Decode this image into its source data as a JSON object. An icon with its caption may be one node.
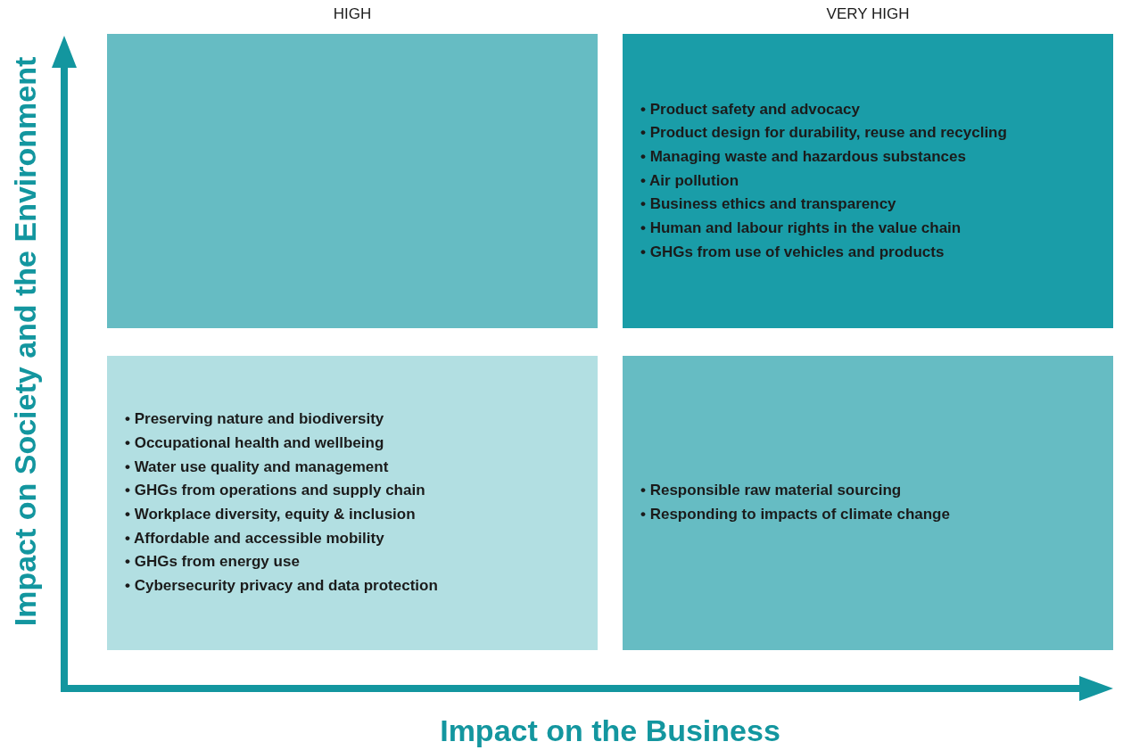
{
  "diagram": {
    "nodes": [
      {
        "text": [],
        "shape": "box"
      },
      {
        "text": [
          "• Product safety and advocacy",
          "• Product design for durability, reuse and recycling",
          "• Managing waste and hazardous substances",
          "• Air pollution",
          "• Business ethics and transparency",
          "• Human and labour rights in the value chain",
          "• GHGs from use of vehicles and products"
        ]
      },
      {
        "text": [
          "• Preserving nature and biodiversity",
          "• Occupational health and wellbeing",
          "• Water use quality and management",
          "• GHGs from operations and supply chain",
          "• Workplace diversity, equity & inclusion",
          "• Affordable and accessible mobility",
          "• GHGs from energy use",
          "• Cybersecurity privacy and data protection"
        ]
      },
      {
        "text": [
          "• Responsible raw material sourcing",
          "• Responding to impacts of climate change"
        ]
      }
    ],
    "edges": [],
    "labels": [
      "HIGH",
      "VERY HIGH",
      "Impact on Society and the Environment",
      "Impact on the Business"
    ]
  }
}
